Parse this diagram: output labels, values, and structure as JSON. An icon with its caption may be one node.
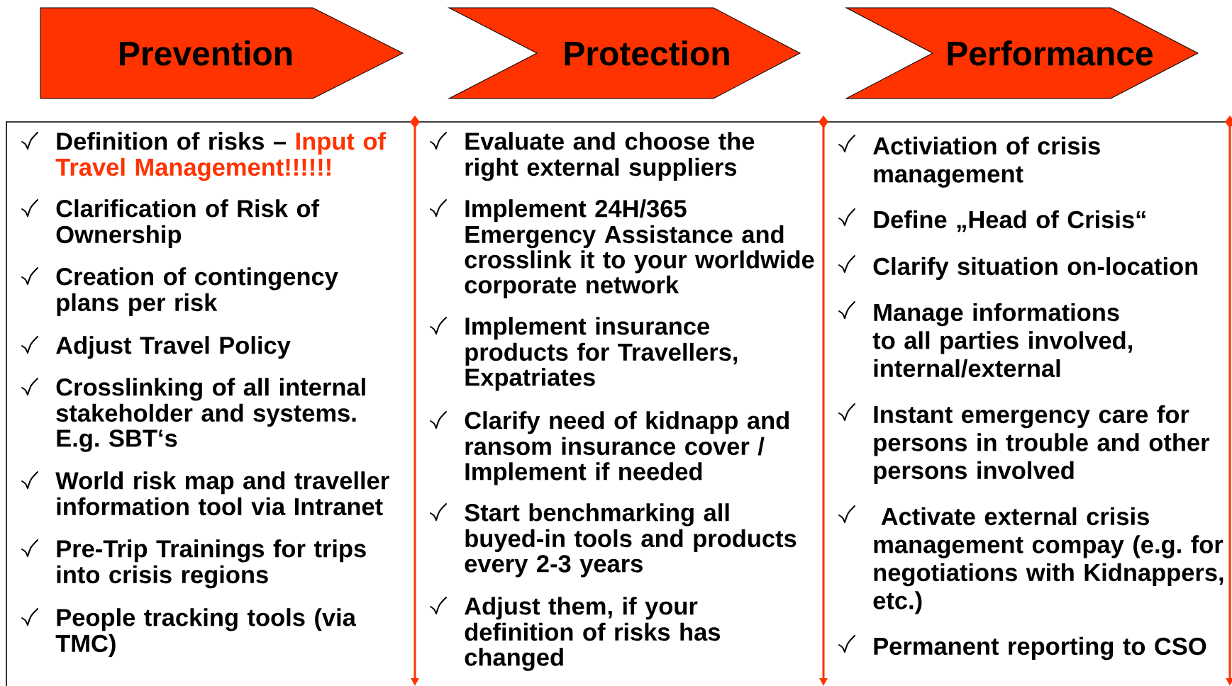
{
  "diagram": {
    "nodes": [
      {
        "text": [
          "Prevention"
        ]
      },
      {
        "text": [
          "Protection"
        ]
      },
      {
        "text": [
          "Performance"
        ]
      }
    ],
    "labels": [
      "Definition of risks –",
      "Input of Travel Management!!!!!!",
      "Clarification of Risk of Ownership",
      "Creation of contingency plans per risk",
      "Adjust Travel Policy",
      "Crosslinking of all internal stakeholder and systems. E.g. SBT‘s",
      "World risk map and traveller information tool via Intranet",
      "Pre-Trip Trainings for trips into crisis regions",
      "People tracking tools (via TMC)",
      "Evaluate and choose the right external suppliers",
      "Implement 24H/365 Emergency Assistance and crosslink it to your worldwide corporate network",
      "Implement insurance products for Travellers, Expatriates",
      "Clarify need of kidnapp and ransom insurance cover / Implement if needed",
      "Start benchmarking all buyed-in tools and products every 2-3 years",
      "Adjust them, if your definition of risks has changed",
      "Activiation of crisis management",
      "Define „Head of Crisis“",
      "Clarify situation on-location",
      "Manage informations to all parties involved, internal/external",
      "Instant emergency care for persons in trouble and other persons involved",
      " Activate external crisis management compay (e.g. for negotiations with Kidnappers, etc.)",
      "Permanent reporting to CSO"
    ]
  }
}
